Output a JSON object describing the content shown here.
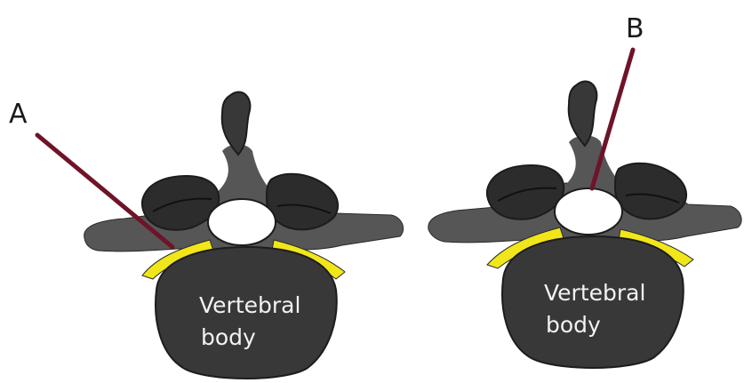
{
  "panels": [
    {
      "letter": "A",
      "body_label_line1": "Vertebral",
      "body_label_line2": "body"
    },
    {
      "letter": "B",
      "body_label_line1": "Vertebral",
      "body_label_line2": "body"
    }
  ],
  "colors": {
    "bone_light": "#565656",
    "bone_dark": "#383838",
    "facet": "#2c2c2c",
    "outline": "#1c1c1c",
    "ligament": "#f0e61a",
    "canal": "#ffffff",
    "needle": "#6e1428"
  }
}
